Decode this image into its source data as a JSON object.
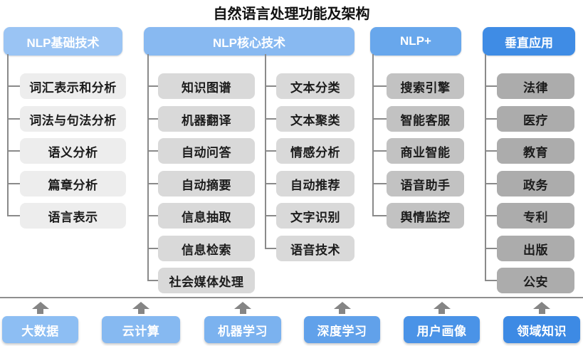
{
  "title": "自然语言处理功能及架构",
  "columns": [
    {
      "id": "nlp-basic",
      "header": "NLP基础技术",
      "header_color": "#9ac4f4",
      "box_color": "#ededed",
      "groups": [
        [
          "词汇表示和分析",
          "词法与句法分析",
          "语义分析",
          "篇章分析",
          "语言表示"
        ]
      ]
    },
    {
      "id": "nlp-core",
      "header": "NLP核心技术",
      "header_color": "#88b9f1",
      "box_color": "#d9d9d9",
      "groups": [
        [
          "知识图谱",
          "机器翻译",
          "自动问答",
          "自动摘要",
          "信息抽取",
          "信息检索",
          "社会媒体处理"
        ],
        [
          "文本分类",
          "文本聚类",
          "情感分析",
          "自动推荐",
          "文字识别",
          "语音技术"
        ]
      ]
    },
    {
      "id": "nlp-plus",
      "header": "NLP+",
      "header_color": "#68a7ec",
      "box_color": "#c2c2c2",
      "groups": [
        [
          "搜索引擎",
          "智能客服",
          "商业智能",
          "语音助手",
          "舆情监控"
        ]
      ]
    },
    {
      "id": "vertical-apps",
      "header": "垂直应用",
      "header_color": "#3f8ce5",
      "box_color": "#acacac",
      "groups": [
        [
          "法律",
          "医疗",
          "教育",
          "政务",
          "专利",
          "出版",
          "公安"
        ]
      ]
    }
  ],
  "foundation": {
    "items": [
      {
        "label": "大数据",
        "color": "#8dbef3"
      },
      {
        "label": "云计算",
        "color": "#86b9f1"
      },
      {
        "label": "机器学习",
        "color": "#7bb2ef"
      },
      {
        "label": "深度学习",
        "color": "#61a1ea"
      },
      {
        "label": "用户画像",
        "color": "#4a93e7"
      },
      {
        "label": "领域知识",
        "color": "#3d8ae4"
      }
    ],
    "arrow_color": "#858585",
    "divider_color": "#8f8f8f",
    "connector_color": "#8a8a8a"
  }
}
